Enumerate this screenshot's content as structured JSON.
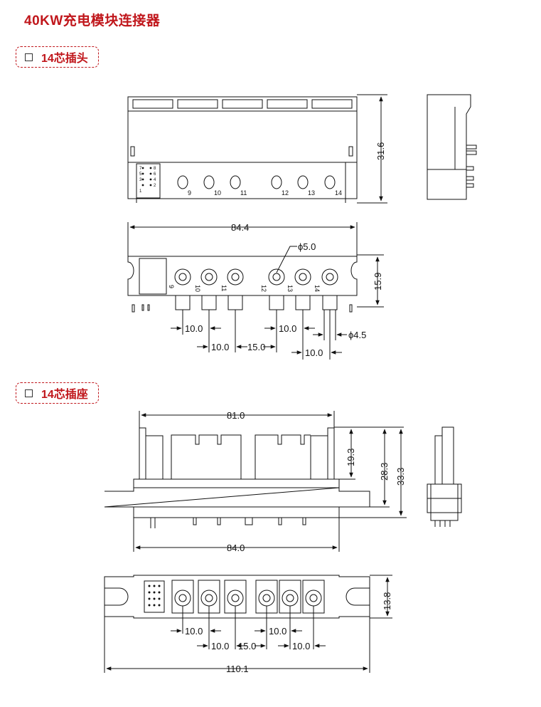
{
  "page": {
    "title": "40KW充电模块连接器"
  },
  "sections": [
    {
      "label": "14芯插头"
    },
    {
      "label": "14芯插座"
    }
  ],
  "plug": {
    "pin_numbers": [
      "9",
      "10",
      "11",
      "12",
      "13",
      "14"
    ],
    "signal_pins": [
      "7",
      "8",
      "5",
      "6",
      "3",
      "4",
      "1",
      "2"
    ],
    "dims": {
      "height": "31.6",
      "width": "84.4",
      "hole_dia": "ϕ5.0",
      "depth": "15.9",
      "pitch_a": "10.0",
      "pitch_b": "10.0",
      "pitch_c": "10.0",
      "gap": "15.0",
      "pitch_d": "10.0",
      "pin_dia": "ϕ4.5"
    }
  },
  "socket": {
    "dims": {
      "top_width": "81.0",
      "h1": "19.3",
      "h2": "28.3",
      "h3": "33.3",
      "bottom_width": "84.0",
      "depth": "13.8",
      "pitch_a": "10.0",
      "pitch_b": "10.0",
      "pitch_c": "10.0",
      "gap": "15.0",
      "pitch_d": "10.0",
      "total": "110.1"
    }
  }
}
